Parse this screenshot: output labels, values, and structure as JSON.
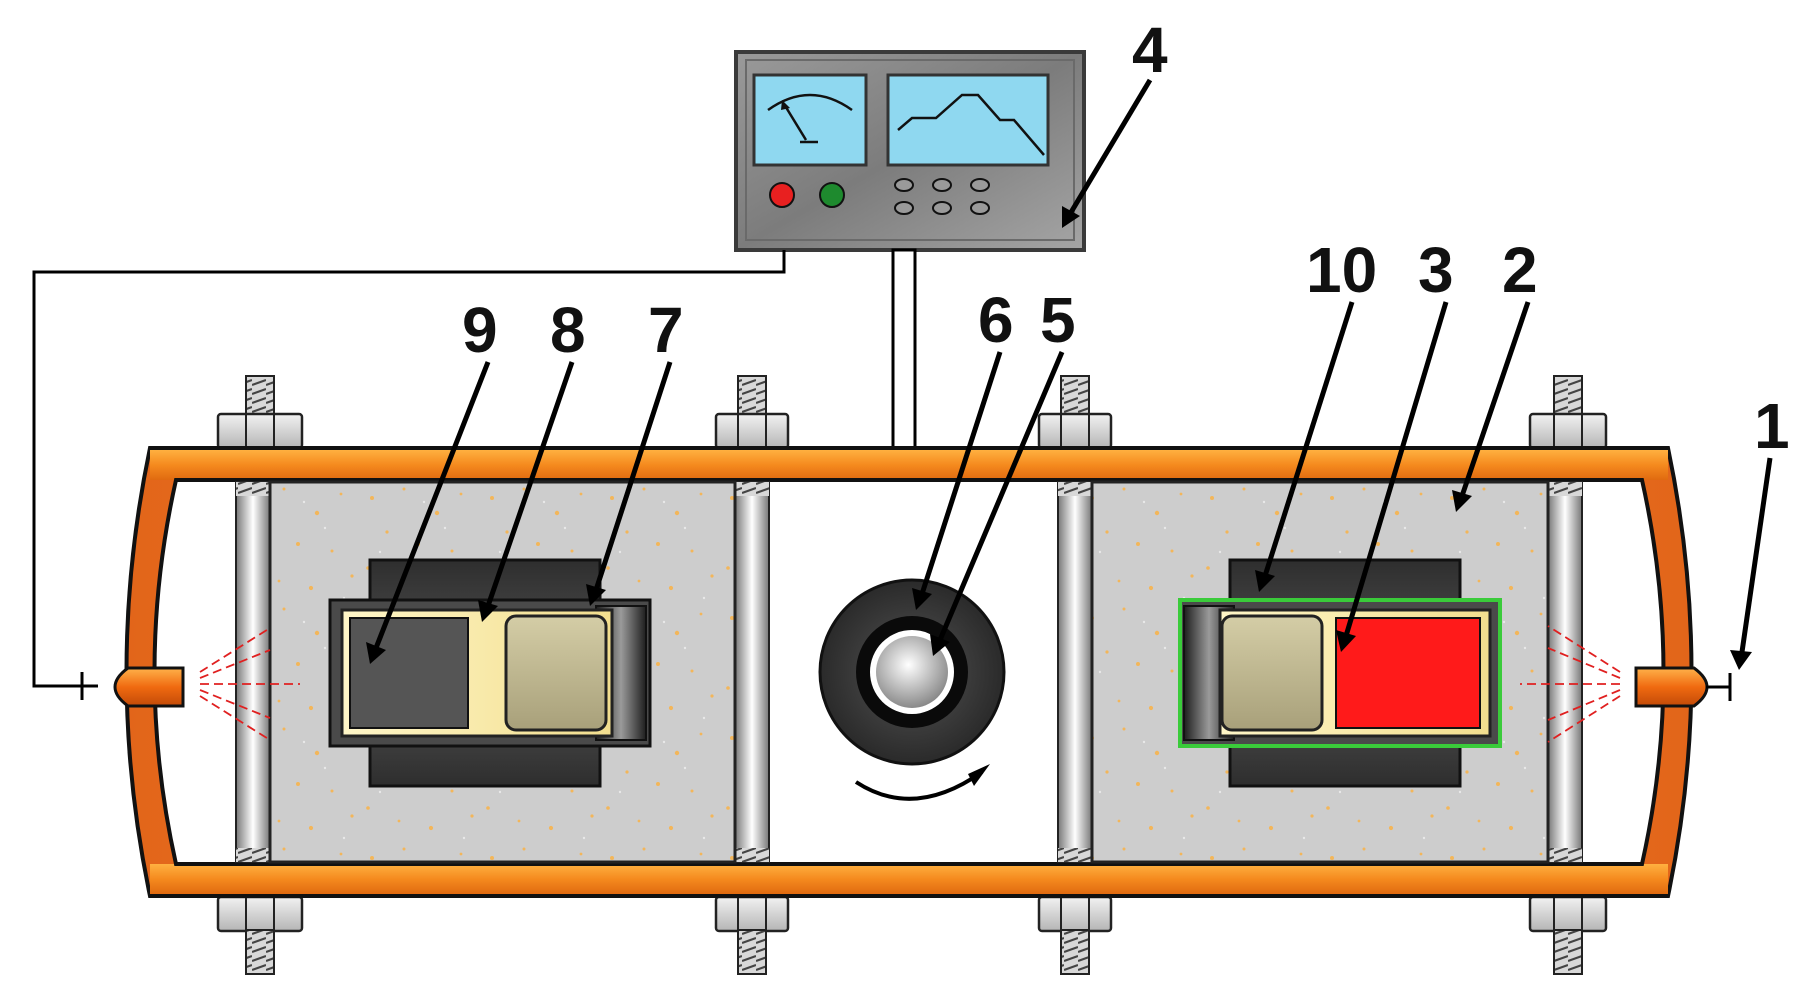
{
  "labels": {
    "l1": "1",
    "l2": "2",
    "l3": "3",
    "l4": "4",
    "l5": "5",
    "l6": "6",
    "l7": "7",
    "l8": "8",
    "l9": "9",
    "l10": "10"
  },
  "colors": {
    "housing": "#F07A1A",
    "housing_light": "#FFA12B",
    "filler": "#CFCFCF",
    "speckle": "#F4B860",
    "monitor_body": "#8E8E8E",
    "screen": "#8FD8F0",
    "red_button": "#E82020",
    "green_button": "#1E8A2E",
    "tube_dark": "#444444",
    "cream": "#F5E6A8",
    "khaki": "#BDB58C",
    "sample_red": "#FF1A1A",
    "sample_gray": "#555555",
    "green_outline": "#3ACB3A",
    "laser": "#E02020"
  }
}
